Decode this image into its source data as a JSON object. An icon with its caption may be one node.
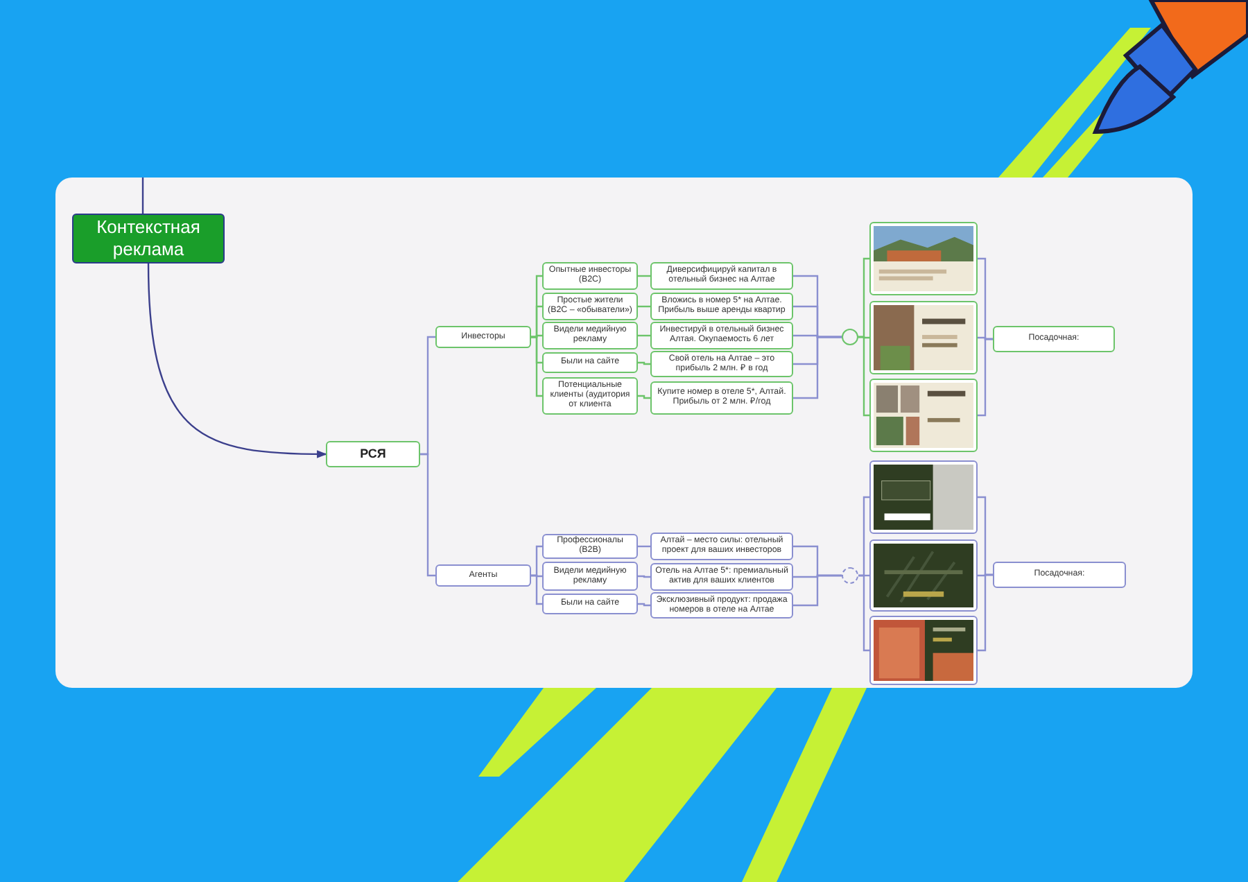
{
  "diagram": {
    "nodes": [
      {
        "text": [
          "Контекстная реклама"
        ]
      },
      {
        "text": [
          "РСЯ"
        ]
      },
      {
        "text": [
          "Инвесторы"
        ]
      },
      {
        "text": [
          "Опытные инвесторы (B2C)"
        ]
      },
      {
        "text": [
          "Простые жители (B2C – «обыватели»)"
        ]
      },
      {
        "text": [
          "Видели медийную рекламу"
        ]
      },
      {
        "text": [
          "Были на сайте"
        ]
      },
      {
        "text": [
          "Потенциальные клиенты (аудитория от клиента"
        ]
      },
      {
        "text": [
          "Диверсифицируй капитал в отельный бизнес на Алтае"
        ]
      },
      {
        "text": [
          "Вложись в номер 5* на Алтае. Прибыль выше аренды квартир"
        ]
      },
      {
        "text": [
          "Инвестируй в отельный бизнес Алтая. Окупаемость 6 лет"
        ]
      },
      {
        "text": [
          "Свой отель на Алтае – это прибыль 2 млн. ₽ в год"
        ]
      },
      {
        "text": [
          "Купите номер в отеле 5*, Алтай. Прибыль от 2 млн. ₽/год"
        ]
      },
      {
        "text": [],
        "shape": "circle"
      },
      {
        "text": [],
        "shape": "picture"
      },
      {
        "text": [],
        "shape": "picture"
      },
      {
        "text": [],
        "shape": "picture"
      },
      {
        "text": [
          "Посадочная:"
        ]
      },
      {
        "text": [
          "Агенты"
        ]
      },
      {
        "text": [
          "Профессионалы (B2B)"
        ]
      },
      {
        "text": [
          "Видели медийную рекламу"
        ]
      },
      {
        "text": [
          "Были на сайте"
        ]
      },
      {
        "text": [
          "Алтай – место силы: отельный проект для ваших инвесторов"
        ]
      },
      {
        "text": [
          "Отель на Алтае 5*: премиальный актив для ваших клиентов"
        ]
      },
      {
        "text": [
          "Эксклюзивный продукт: продажа номеров в отеле на Алтае"
        ]
      },
      {
        "text": [],
        "shape": "circle"
      },
      {
        "text": [],
        "shape": "picture"
      },
      {
        "text": [],
        "shape": "picture"
      },
      {
        "text": [],
        "shape": "picture"
      },
      {
        "text": [
          "Посадочная:"
        ]
      }
    ],
    "edges": [
      {
        "from": null,
        "to": 0,
        "arrow": "none",
        "color": "#3b3f8c"
      },
      {
        "from": 0,
        "to": 1,
        "arrow": "to",
        "color": "#3b3f8c"
      },
      {
        "from": 1,
        "to": 2,
        "arrow": "none"
      },
      {
        "from": 1,
        "to": 18,
        "arrow": "none"
      },
      {
        "from": 2,
        "to": 3,
        "arrow": "none",
        "color": "#6cc46a"
      },
      {
        "from": 2,
        "to": 4,
        "arrow": "none",
        "color": "#6cc46a"
      },
      {
        "from": 2,
        "to": 5,
        "arrow": "none",
        "color": "#6cc46a"
      },
      {
        "from": 2,
        "to": 6,
        "arrow": "none",
        "color": "#6cc46a"
      },
      {
        "from": 2,
        "to": 7,
        "arrow": "none",
        "color": "#6cc46a"
      },
      {
        "from": 3,
        "to": 8,
        "arrow": "none",
        "color": "#6cc46a"
      },
      {
        "from": 4,
        "to": 9,
        "arrow": "none",
        "color": "#6cc46a"
      },
      {
        "from": 5,
        "to": 10,
        "arrow": "none",
        "color": "#6cc46a"
      },
      {
        "from": 6,
        "to": 11,
        "arrow": "none",
        "color": "#6cc46a"
      },
      {
        "from": 7,
        "to": 12,
        "arrow": "none",
        "color": "#6cc46a"
      },
      {
        "from": 8,
        "to": 13,
        "arrow": "none"
      },
      {
        "from": 9,
        "to": 13,
        "arrow": "none"
      },
      {
        "from": 10,
        "to": 13,
        "arrow": "none"
      },
      {
        "from": 11,
        "to": 13,
        "arrow": "none"
      },
      {
        "from": 12,
        "to": 13,
        "arrow": "none"
      },
      {
        "from": 13,
        "to": 14,
        "arrow": "none",
        "color": "#6cc46a"
      },
      {
        "from": 13,
        "to": 15,
        "arrow": "none",
        "color": "#6cc46a"
      },
      {
        "from": 13,
        "to": 16,
        "arrow": "none",
        "color": "#6cc46a"
      },
      {
        "from": 14,
        "to": 17,
        "arrow": "none"
      },
      {
        "from": 15,
        "to": 17,
        "arrow": "none"
      },
      {
        "from": 16,
        "to": 17,
        "arrow": "none"
      },
      {
        "from": 18,
        "to": 19,
        "arrow": "none"
      },
      {
        "from": 18,
        "to": 20,
        "arrow": "none"
      },
      {
        "from": 18,
        "to": 21,
        "arrow": "none"
      },
      {
        "from": 19,
        "to": 22,
        "arrow": "none"
      },
      {
        "from": 20,
        "to": 23,
        "arrow": "none"
      },
      {
        "from": 21,
        "to": 24,
        "arrow": "none"
      },
      {
        "from": 22,
        "to": 25,
        "arrow": "none"
      },
      {
        "from": 23,
        "to": 25,
        "arrow": "none"
      },
      {
        "from": 24,
        "to": 25,
        "arrow": "none"
      },
      {
        "from": 25,
        "to": 26,
        "arrow": "none"
      },
      {
        "from": 25,
        "to": 27,
        "arrow": "none"
      },
      {
        "from": 25,
        "to": 28,
        "arrow": "none"
      },
      {
        "from": 26,
        "to": 29,
        "arrow": "none"
      },
      {
        "from": 27,
        "to": 29,
        "arrow": "none"
      },
      {
        "from": 28,
        "to": 29,
        "arrow": "none"
      }
    ]
  }
}
